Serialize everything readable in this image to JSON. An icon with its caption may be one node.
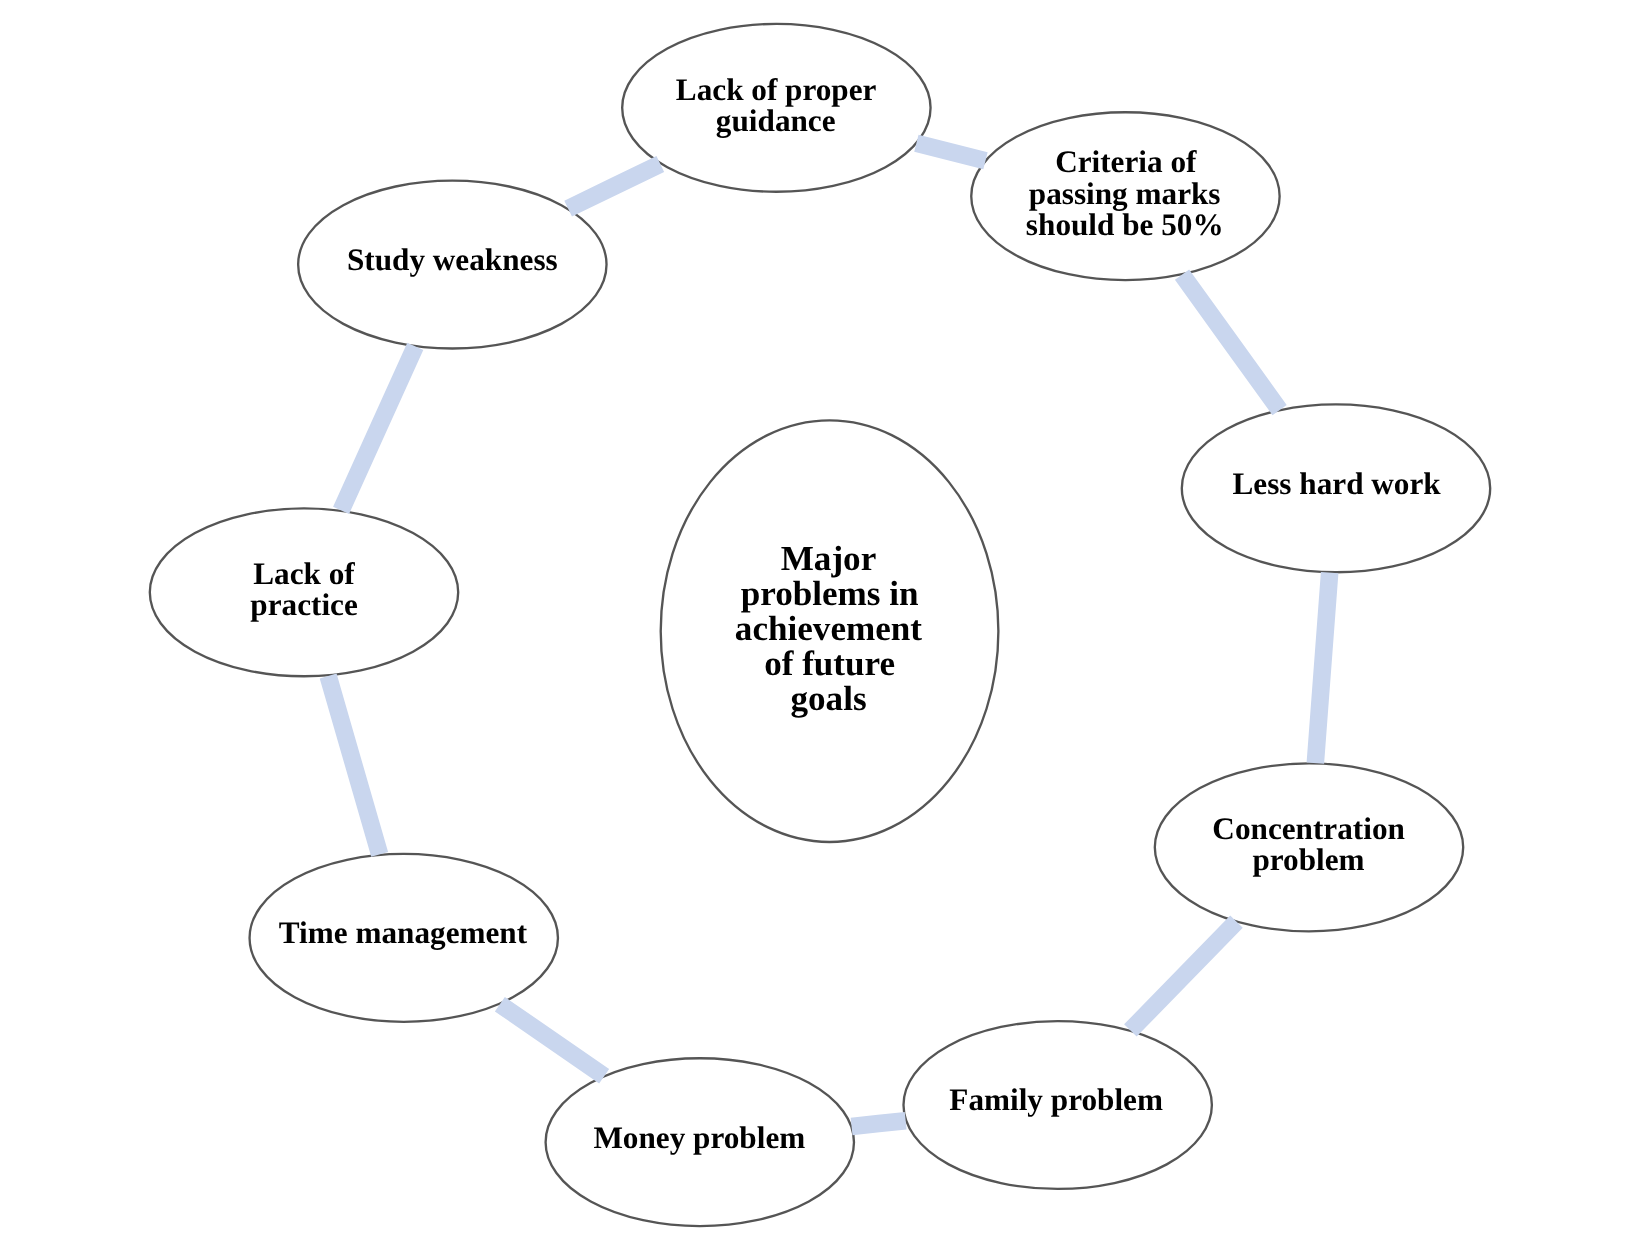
{
  "diagram": {
    "nodes": [
      {
        "text": [
          "Family problem"
        ]
      },
      {
        "text": [
          "Concentration problem"
        ]
      },
      {
        "text": [
          "Less hard work"
        ]
      },
      {
        "text": [
          "Criteria of passing marks should be 50%"
        ]
      },
      {
        "text": [
          "Lack of proper guidance"
        ]
      },
      {
        "text": [
          "Study weakness"
        ]
      },
      {
        "text": [
          "Lack of practice"
        ]
      },
      {
        "text": [
          "Time management"
        ]
      },
      {
        "text": [
          "Money problem"
        ]
      },
      {
        "text": [
          "Major problems in achievement of future goals"
        ]
      }
    ],
    "edges": [
      {
        "from": 0,
        "to": 1,
        "arrow": "none"
      },
      {
        "from": 1,
        "to": 2,
        "arrow": "none"
      },
      {
        "from": 2,
        "to": 3,
        "arrow": "none"
      },
      {
        "from": 3,
        "to": 4,
        "arrow": "none"
      },
      {
        "from": 4,
        "to": 5,
        "arrow": "none"
      },
      {
        "from": 5,
        "to": 6,
        "arrow": "none"
      },
      {
        "from": 6,
        "to": 7,
        "arrow": "none"
      },
      {
        "from": 7,
        "to": 8,
        "arrow": "none"
      },
      {
        "from": 8,
        "to": 0,
        "arrow": "none"
      }
    ]
  }
}
